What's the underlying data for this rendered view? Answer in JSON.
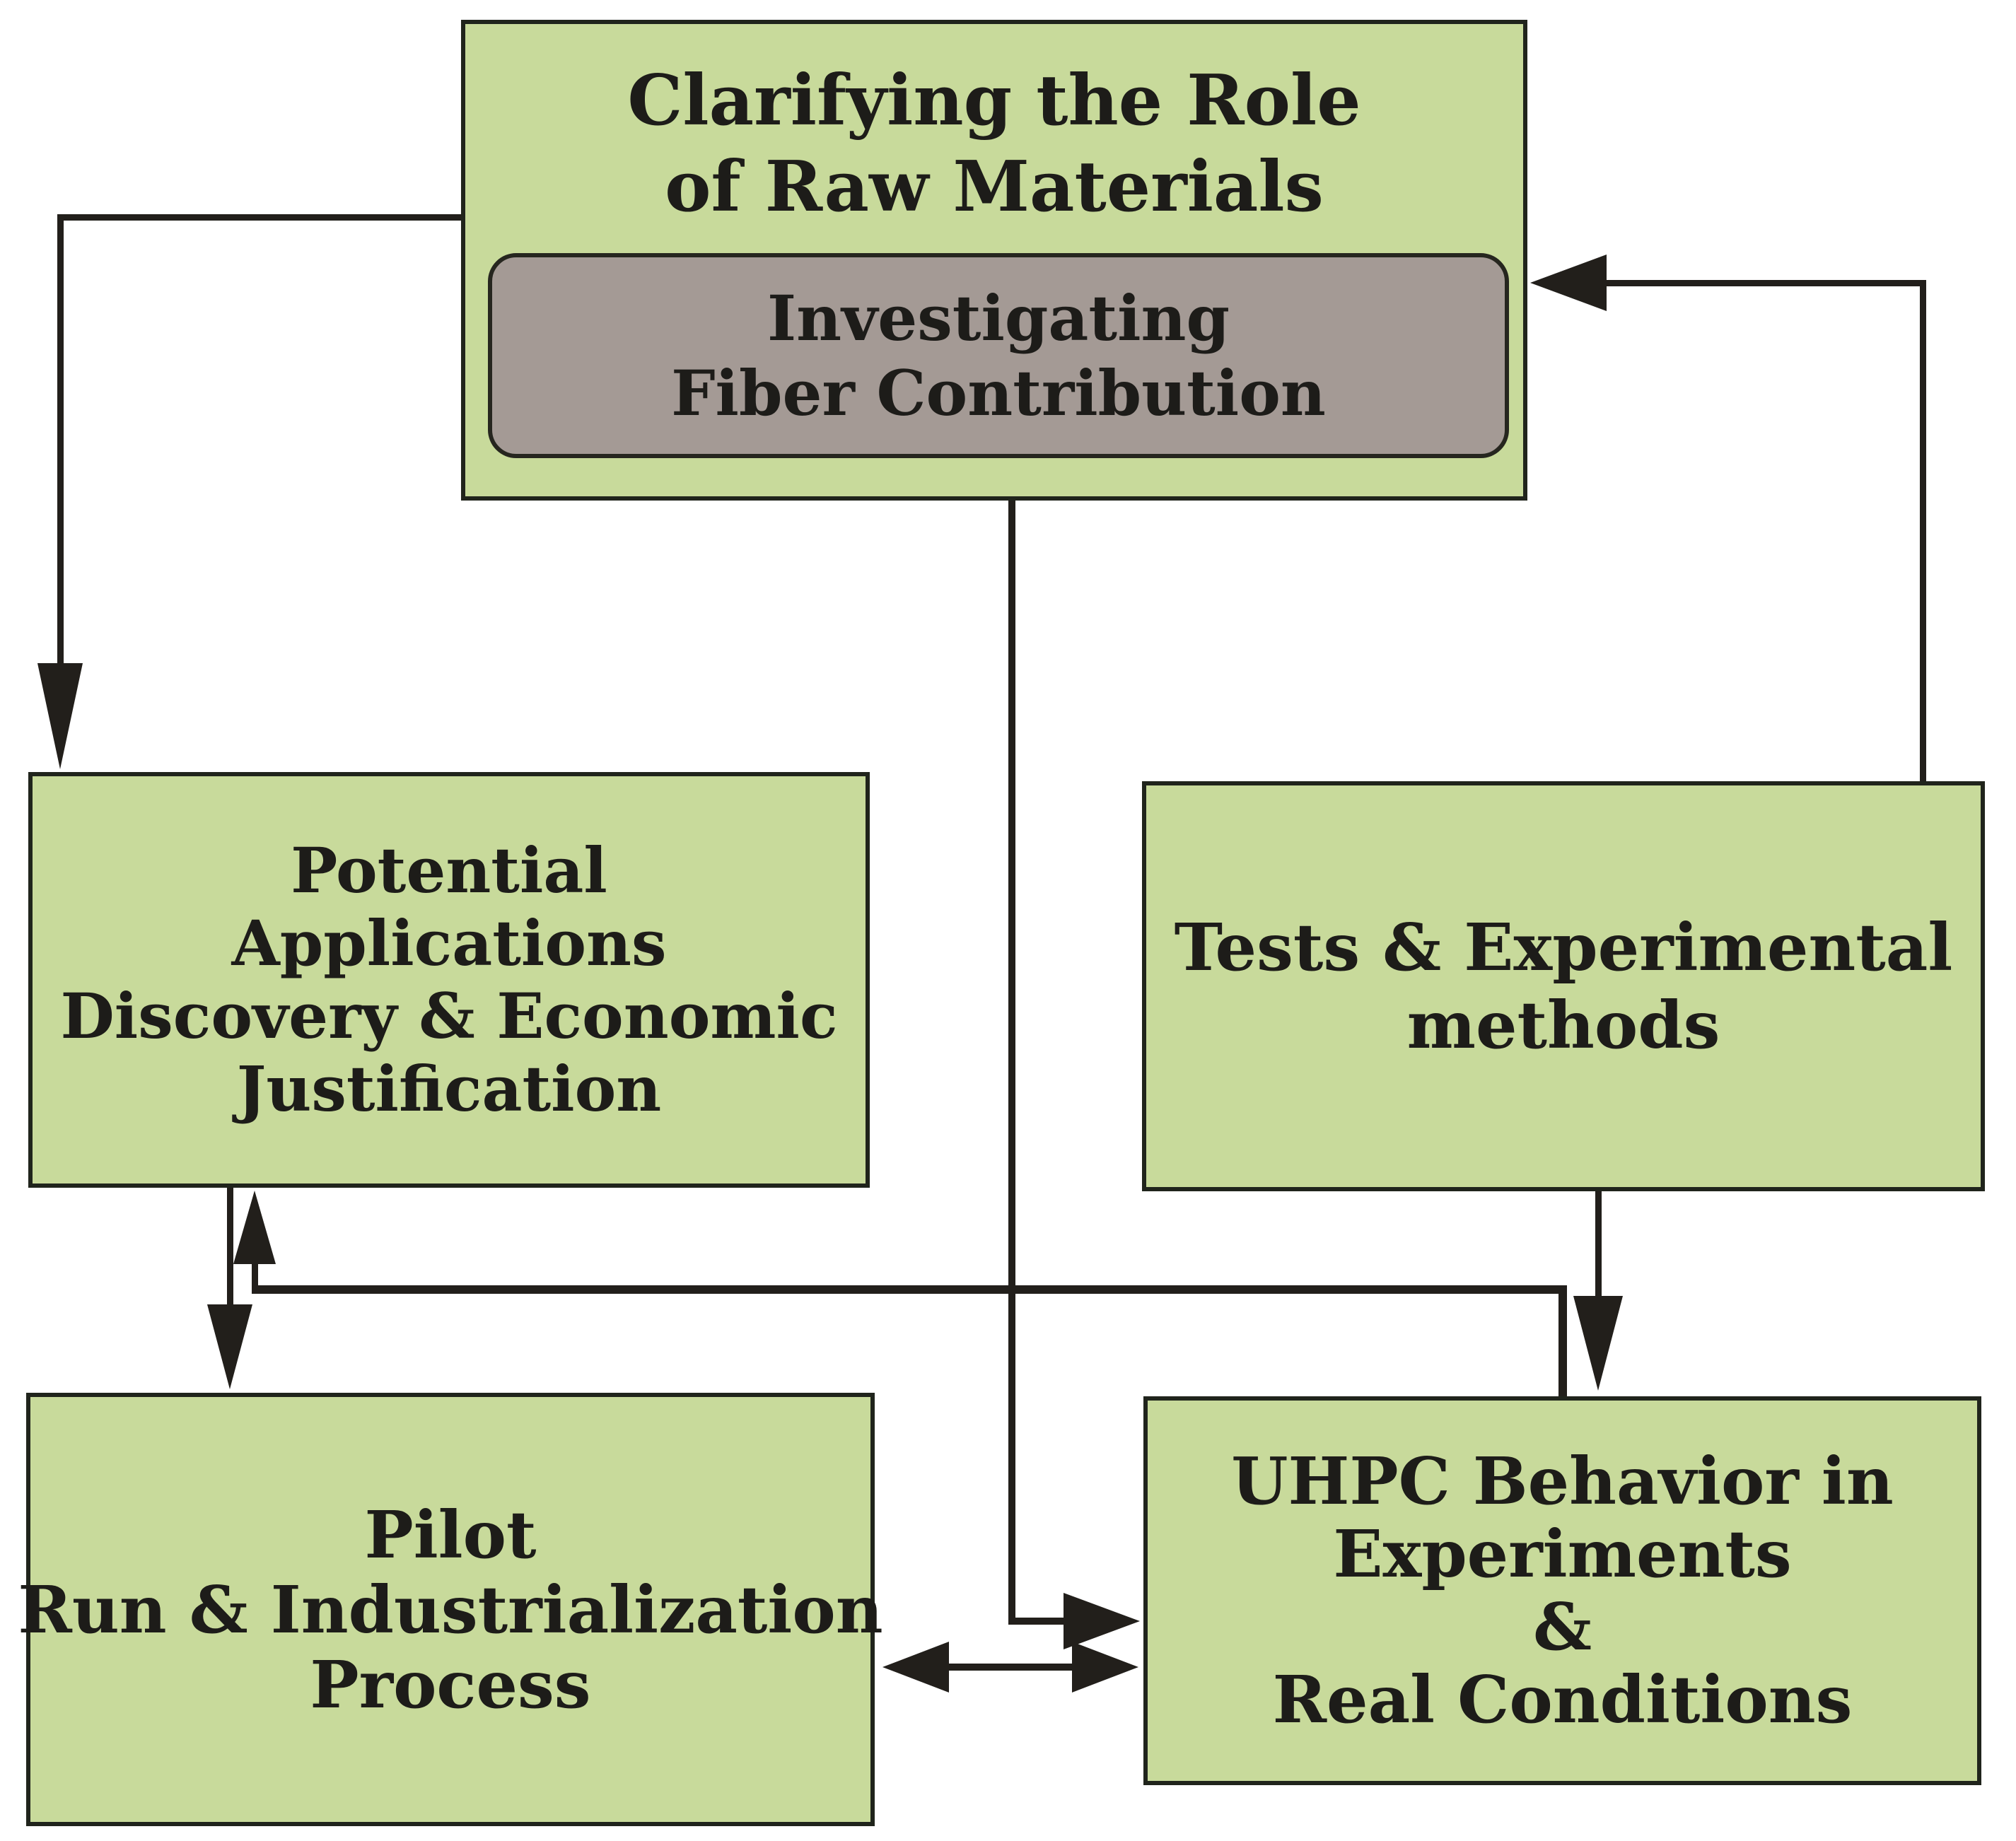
{
  "colors": {
    "box-fill": "#c8da9b",
    "box-border": "#20241c",
    "gray-fill": "#a49a95",
    "gray-border": "#26261f",
    "line": "#221f1b",
    "text": "#1d1c19",
    "background": "#ffffff"
  },
  "boxes": {
    "clarifying": {
      "lines": [
        "Clarifying the Role",
        "of Raw Materials"
      ]
    },
    "investigating": {
      "lines": [
        "Investigating",
        "Fiber Contribution"
      ]
    },
    "potential": {
      "lines": [
        "Potential",
        "Applications",
        "Discovery & Economic",
        "Justification"
      ]
    },
    "tests": {
      "lines": [
        "Tests & Experimental",
        "methods"
      ]
    },
    "pilot": {
      "lines": [
        "Pilot",
        "Run & Industrialization",
        "Process"
      ]
    },
    "uhpc": {
      "lines": [
        "UHPC Behavior in",
        "Experiments",
        "&",
        "Real Conditions"
      ]
    }
  }
}
